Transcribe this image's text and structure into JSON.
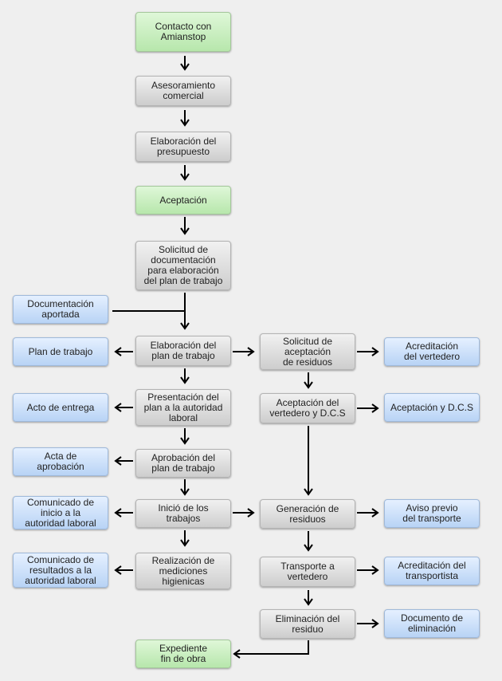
{
  "nodes": {
    "contacto": "Contacto con\nAmianstop",
    "asesoramiento": "Asesoramiento\ncomercial",
    "presupuesto": "Elaboración del\npresupuesto",
    "aceptacion": "Aceptación",
    "solicitud_doc": "Solicitud de\ndocumentación\npara elaboración\ndel plan de trabajo",
    "doc_aportada": "Documentación\naportada",
    "elab_plan": "Elaboración del\nplan de trabajo",
    "plan_trabajo": "Plan de trabajo",
    "sol_aceptacion": "Solicitud de\naceptación\nde residuos",
    "acred_vertedero": "Acreditación\ndel vertedero",
    "presentacion": "Presentación del\nplan a la autoridad\nlaboral",
    "acto_entrega": "Acto de entrega",
    "acept_vertedero": "Aceptación del\nvertedero y D.C.S",
    "acept_dcs": "Aceptación y D.C.S",
    "aprob_plan": "Aprobación del\nplan de trabajo",
    "acta_aprob": "Acta de\naprobación",
    "inicio": "Inició de los\ntrabajos",
    "comunicado_inicio": "Comunicado de\ninicio a la\nautoridad laboral",
    "generacion": "Generación de\nresiduos",
    "aviso": "Aviso previo\ndel transporte",
    "realizacion": "Realización de\nmediciones\nhigienicas",
    "comunicado_result": "Comunicado de\nresultados a la\nautoridad laboral",
    "transporte": "Transporte a\nvertedero",
    "acred_transportista": "Acreditación del\ntransportista",
    "eliminacion": "Eliminación del\nresiduo",
    "documento_elim": "Documento de\neliminación",
    "expediente": "Expediente\nfin de obra"
  },
  "colors": {
    "start_end": "#b7e7ac",
    "process": "#cdcdcd",
    "document": "#b8d3f5",
    "connector": "#000000"
  }
}
